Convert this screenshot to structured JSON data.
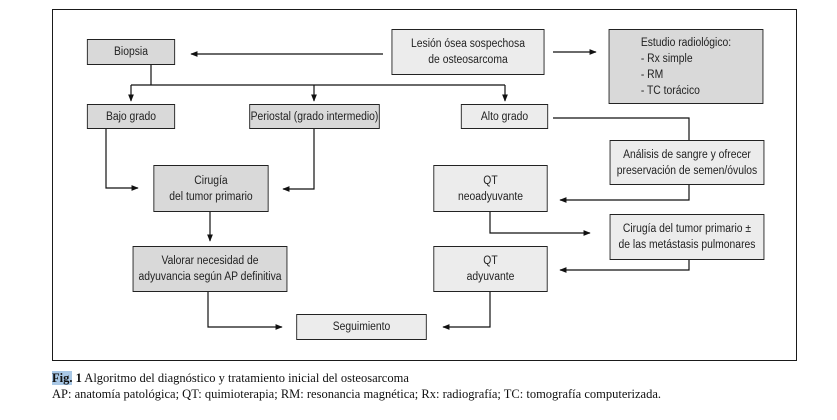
{
  "diagram": {
    "nodes": {
      "lesion": {
        "lines": [
          "Lesión ósea sospechosa",
          "de osteosarcoma"
        ],
        "shade": "light"
      },
      "biopsia": {
        "lines": [
          "Biopsia"
        ],
        "shade": "dark"
      },
      "estudio": {
        "lines": [
          "Estudio radiológico:",
          "- Rx simple",
          "- RM",
          "- TC torácico"
        ],
        "shade": "dark"
      },
      "bajo_grado": {
        "lines": [
          "Bajo grado"
        ],
        "shade": "dark"
      },
      "periostal": {
        "lines": [
          "Periostal (grado intermedio)"
        ],
        "shade": "dark"
      },
      "alto_grado": {
        "lines": [
          "Alto grado"
        ],
        "shade": "light"
      },
      "cirugia_primario": {
        "lines": [
          "Cirugía",
          "del tumor primario"
        ],
        "shade": "dark"
      },
      "analisis": {
        "lines": [
          "Análisis de sangre y ofrecer",
          "preservación de semen/óvulos"
        ],
        "shade": "light"
      },
      "qt_neo": {
        "lines": [
          "QT",
          "neoadyuvante"
        ],
        "shade": "light"
      },
      "cirugia_metastasis": {
        "lines": [
          "Cirugía del tumor primario ±",
          "de las metástasis pulmonares"
        ],
        "shade": "light"
      },
      "valorar": {
        "lines": [
          "Valorar necesidad de",
          "adyuvancia según AP definitiva"
        ],
        "shade": "dark"
      },
      "qt_adyuvante": {
        "lines": [
          "QT",
          "adyuvante"
        ],
        "shade": "light"
      },
      "seguimiento": {
        "lines": [
          "Seguimiento"
        ],
        "shade": "light"
      }
    },
    "edges": [
      [
        "lesion",
        "biopsia"
      ],
      [
        "lesion",
        "estudio"
      ],
      [
        "biopsia",
        "bajo_grado"
      ],
      [
        "biopsia",
        "periostal"
      ],
      [
        "biopsia",
        "alto_grado"
      ],
      [
        "bajo_grado",
        "cirugia_primario"
      ],
      [
        "periostal",
        "cirugia_primario"
      ],
      [
        "cirugia_primario",
        "valorar"
      ],
      [
        "alto_grado",
        "analisis"
      ],
      [
        "analisis",
        "qt_neo"
      ],
      [
        "qt_neo",
        "cirugia_metastasis"
      ],
      [
        "cirugia_metastasis",
        "qt_adyuvante"
      ],
      [
        "valorar",
        "seguimiento"
      ],
      [
        "qt_adyuvante",
        "seguimiento"
      ]
    ]
  },
  "caption": {
    "fig_label": "Fig.",
    "fig_number": "1",
    "title": "Algoritmo del diagnóstico y tratamiento inicial del osteosarcoma",
    "abbreviations": "AP: anatomía patológica; QT: quimioterapia; RM: resonancia magnética; Rx: radiografía; TC: tomografía computerizada."
  }
}
